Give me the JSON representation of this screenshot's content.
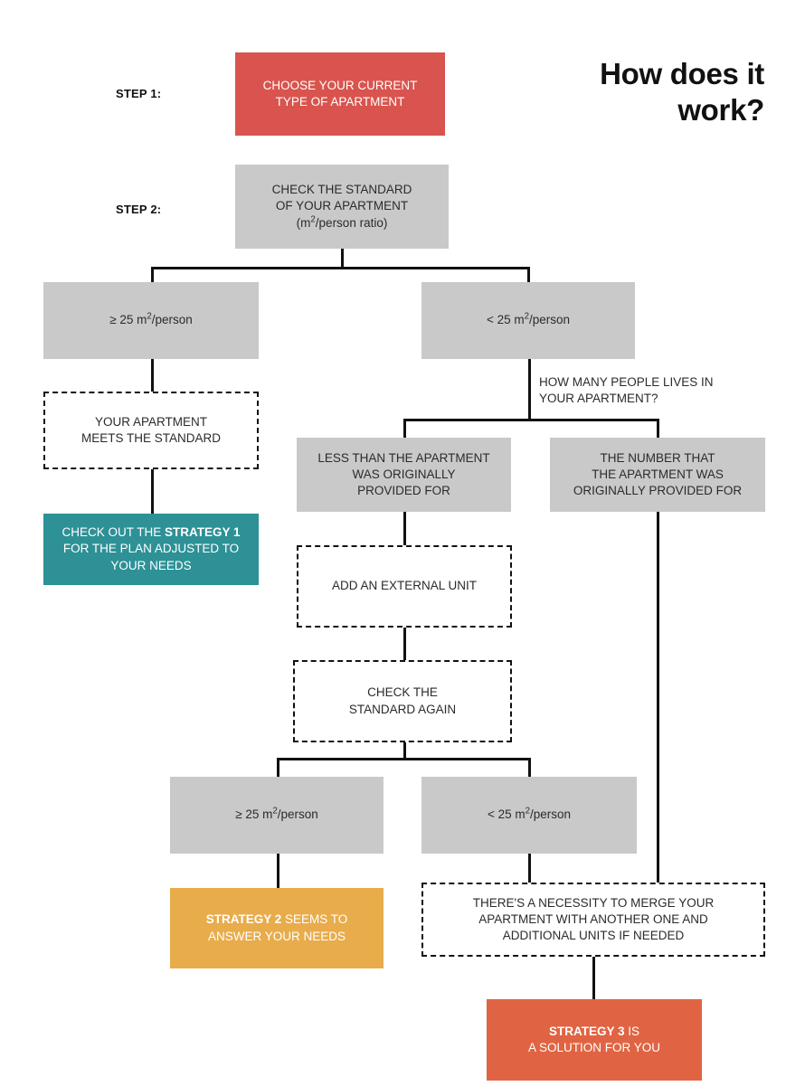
{
  "title": {
    "line1": "How does it",
    "line2": "work?"
  },
  "steps": [
    {
      "label": "STEP 1:"
    },
    {
      "label": "STEP 2:"
    }
  ],
  "colors": {
    "red": "#d9544e",
    "gray": "#c9c9c9",
    "teal": "#2d9196",
    "orange": "#e8ac4b",
    "redorange": "#e06443",
    "line": "#111111"
  },
  "nodes": {
    "step1_box": "CHOOSE YOUR CURRENT\nTYPE OF APARTMENT",
    "step2_box": "CHECK THE STANDARD\nOF YOUR APARTMENT\n(m²/person ratio)",
    "ratio_ge_top": "≥ 25 m²/person",
    "ratio_lt_top": "< 25 m²/person",
    "question_people": "HOW MANY PEOPLE LIVES IN\nYOUR APARTMENT?",
    "meets_standard": "YOUR APARTMENT\nMEETS THE STANDARD",
    "strategy1": "CHECK OUT THE STRATEGY 1\nFOR THE PLAN ADJUSTED TO\nYOUR NEEDS",
    "strategy1_bold": "STRATEGY 1",
    "less_than_provided": "LESS THAN THE APARTMENT\nWAS ORIGINALLY\nPROVIDED FOR",
    "number_provided": "THE NUMBER THAT\nTHE APARTMENT WAS\nORIGINALLY PROVIDED FOR",
    "add_external_unit": "ADD AN EXTERNAL UNIT",
    "check_again": "CHECK THE\nSTANDARD AGAIN",
    "ratio_ge_bottom": "≥ 25 m²/person",
    "ratio_lt_bottom": "< 25 m²/person",
    "strategy2": "STRATEGY 2 SEEMS TO\nANSWER YOUR NEEDS",
    "strategy2_bold": "STRATEGY 2",
    "merge_needed": "THERE'S A NECESSITY TO MERGE YOUR\nAPARTMENT WITH ANOTHER ONE AND\nADDITIONAL UNITS IF NEEDED",
    "strategy3": "STRATEGY 3 IS\nA SOLUTION FOR YOU",
    "strategy3_bold": "STRATEGY 3"
  }
}
